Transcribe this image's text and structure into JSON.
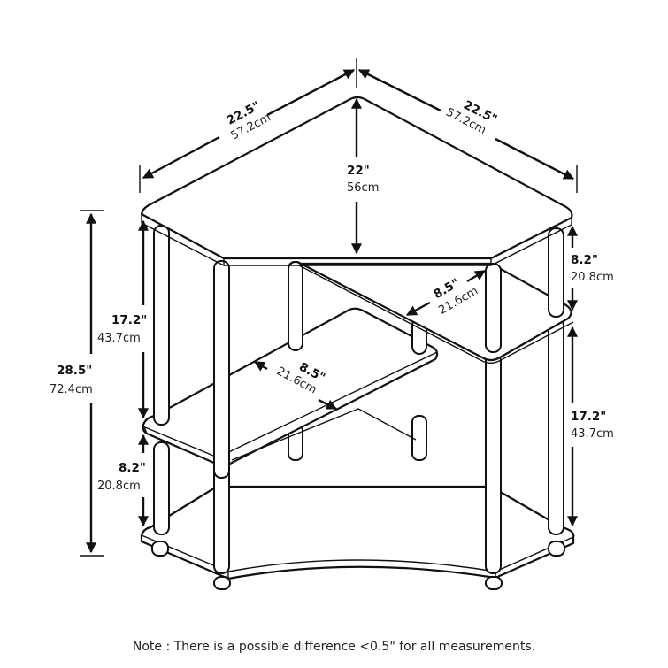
{
  "diagram": {
    "subject": "Corner computer desk with shelves - dimension drawing",
    "colors": {
      "line": "#111111",
      "background": "#ffffff"
    },
    "dimensions": {
      "top_left_edge": {
        "inch": "22.5\"",
        "cm": "57.2cm"
      },
      "top_right_edge": {
        "inch": "22.5\"",
        "cm": "57.2cm"
      },
      "top_depth": {
        "inch": "22\"",
        "cm": "56cm"
      },
      "total_height": {
        "inch": "28.5\"",
        "cm": "72.4cm"
      },
      "left_upper_clearance": {
        "inch": "17.2\"",
        "cm": "43.7cm"
      },
      "left_lower_clearance": {
        "inch": "8.2\"",
        "cm": "20.8cm"
      },
      "right_upper_clearance": {
        "inch": "8.2\"",
        "cm": "20.8cm"
      },
      "right_lower_clearance": {
        "inch": "17.2\"",
        "cm": "43.7cm"
      },
      "right_shelf_depth": {
        "inch": "8.5\"",
        "cm": "21.6cm"
      },
      "left_shelf_depth": {
        "inch": "8.5\"",
        "cm": "21.6cm"
      }
    },
    "note": "Note : There is a possible difference <0.5\" for all measurements."
  }
}
